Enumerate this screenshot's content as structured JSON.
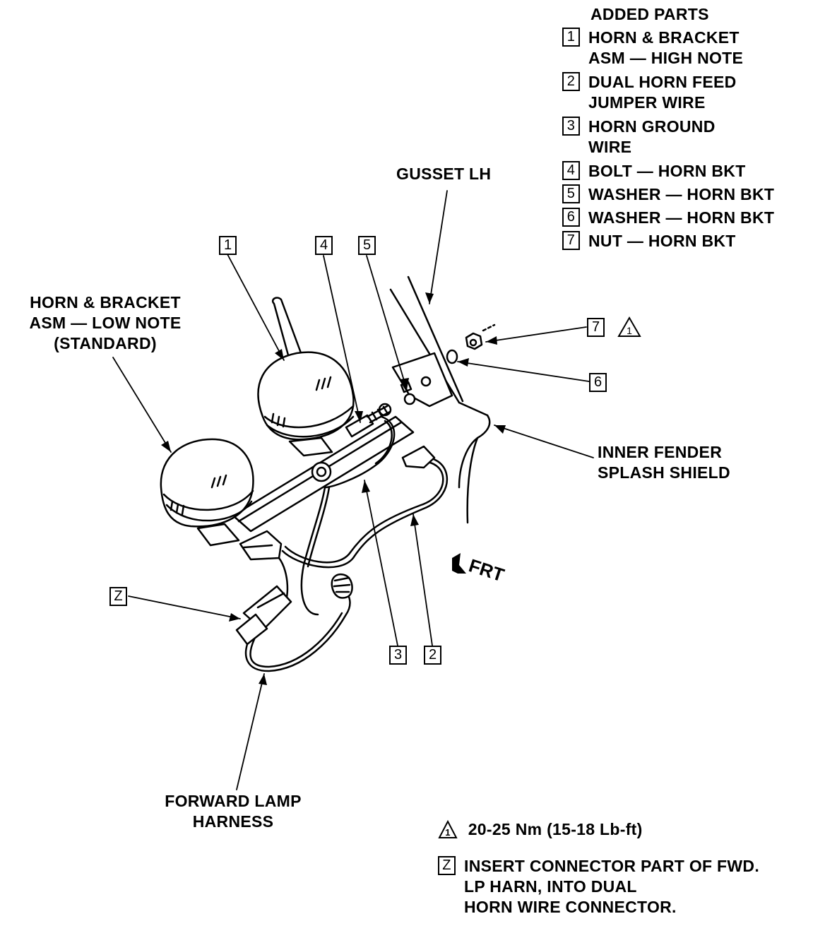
{
  "added_parts": {
    "title": "ADDED PARTS",
    "items": [
      {
        "num": "1",
        "lines": [
          "HORN & BRACKET",
          "ASM — HIGH NOTE"
        ]
      },
      {
        "num": "2",
        "lines": [
          "DUAL HORN FEED",
          "JUMPER WIRE"
        ]
      },
      {
        "num": "3",
        "lines": [
          "HORN GROUND",
          "WIRE"
        ]
      },
      {
        "num": "4",
        "lines": [
          "BOLT — HORN BKT"
        ]
      },
      {
        "num": "5",
        "lines": [
          "WASHER — HORN BKT"
        ]
      },
      {
        "num": "6",
        "lines": [
          "WASHER — HORN BKT"
        ]
      },
      {
        "num": "7",
        "lines": [
          "NUT — HORN BKT"
        ]
      }
    ]
  },
  "labels": {
    "gusset": "GUSSET LH",
    "horn_low": [
      "HORN & BRACKET",
      "ASM — LOW NOTE",
      "(STANDARD)"
    ],
    "inner_fender": [
      "INNER FENDER",
      "SPLASH SHIELD"
    ],
    "forward_lamp": [
      "FORWARD LAMP",
      "HARNESS"
    ],
    "frt": "FRT"
  },
  "callouts": {
    "c1": "1",
    "c2": "2",
    "c3": "3",
    "c4": "4",
    "c5": "5",
    "c6": "6",
    "c7": "7",
    "z": "Z",
    "torque_mark": "1"
  },
  "notes": {
    "torque": {
      "mark": "1",
      "text": "20-25 Nm (15-18 Lb-ft)"
    },
    "z": {
      "mark": "Z",
      "lines": [
        "INSERT CONNECTOR PART OF FWD.",
        "LP HARN, INTO DUAL",
        "HORN WIRE CONNECTOR."
      ]
    }
  }
}
